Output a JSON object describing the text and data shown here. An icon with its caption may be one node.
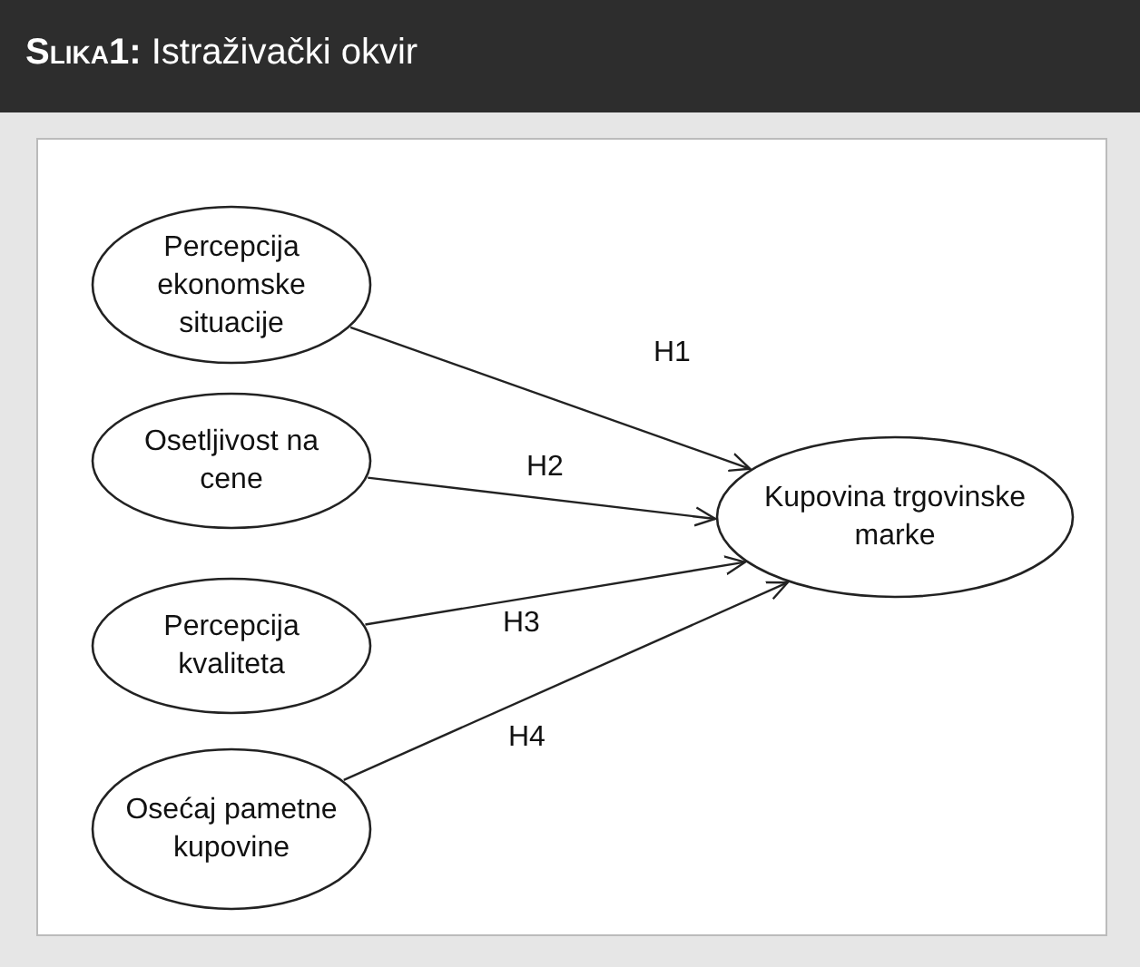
{
  "diagram": {
    "title": "**Slika1:** Istraživački okvir",
    "nodes": [
      {
        "text": [
          "Percepcija ekonomske situacije"
        ]
      },
      {
        "text": [
          "Osetljivost na cene"
        ]
      },
      {
        "text": [
          "Percepcija kvaliteta"
        ]
      },
      {
        "text": [
          "Osećaj pametne kupovine"
        ]
      },
      {
        "text": [
          "Kupovina trgovinske marke"
        ]
      }
    ],
    "edges": [
      {
        "from": 0,
        "to": 4,
        "arrow": "to",
        "label": "H1"
      },
      {
        "from": 1,
        "to": 4,
        "arrow": "to",
        "label": "H2"
      },
      {
        "from": 2,
        "to": 4,
        "arrow": "to",
        "label": "H3"
      },
      {
        "from": 3,
        "to": 4,
        "arrow": "to",
        "label": "H4"
      }
    ]
  }
}
